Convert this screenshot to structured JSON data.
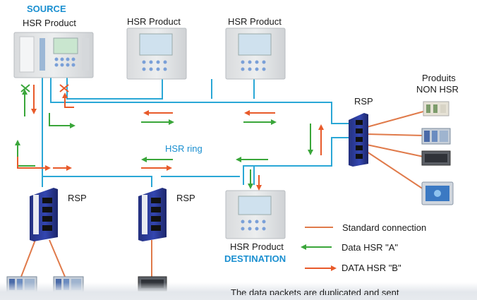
{
  "labels": {
    "source": "SOURCE",
    "product_source": "HSR Product",
    "product_2": "HSR Product",
    "product_3": "HSR Product",
    "non_hsr_line1": "Produits",
    "non_hsr_line2": "NON HSR",
    "rsp_right": "RSP",
    "hsr_ring": "HSR ring",
    "rsp_left": "RSP",
    "rsp_mid": "RSP",
    "product_dest": "HSR Product",
    "destination": "DESTINATION"
  },
  "legend": [
    {
      "label": "Standard connection",
      "kind": "line"
    },
    {
      "label": "Data HSR \"A\"",
      "kind": "arrow-left"
    },
    {
      "label": "DATA HSR \"B\"",
      "kind": "arrow-right"
    }
  ],
  "caption": "The data packets are duplicated and sent",
  "colors": {
    "ring": "#2aa7d6",
    "standard": "#e07a4a",
    "hsr_a": "#3aa63a",
    "hsr_b": "#e85a2a",
    "device_body": "#e2e4e6",
    "rsp_body": "#2a3a9c"
  },
  "icons": [
    "protection-relay-icon",
    "rsp-switch-icon",
    "plc-module-icon",
    "hmi-panel-icon"
  ]
}
